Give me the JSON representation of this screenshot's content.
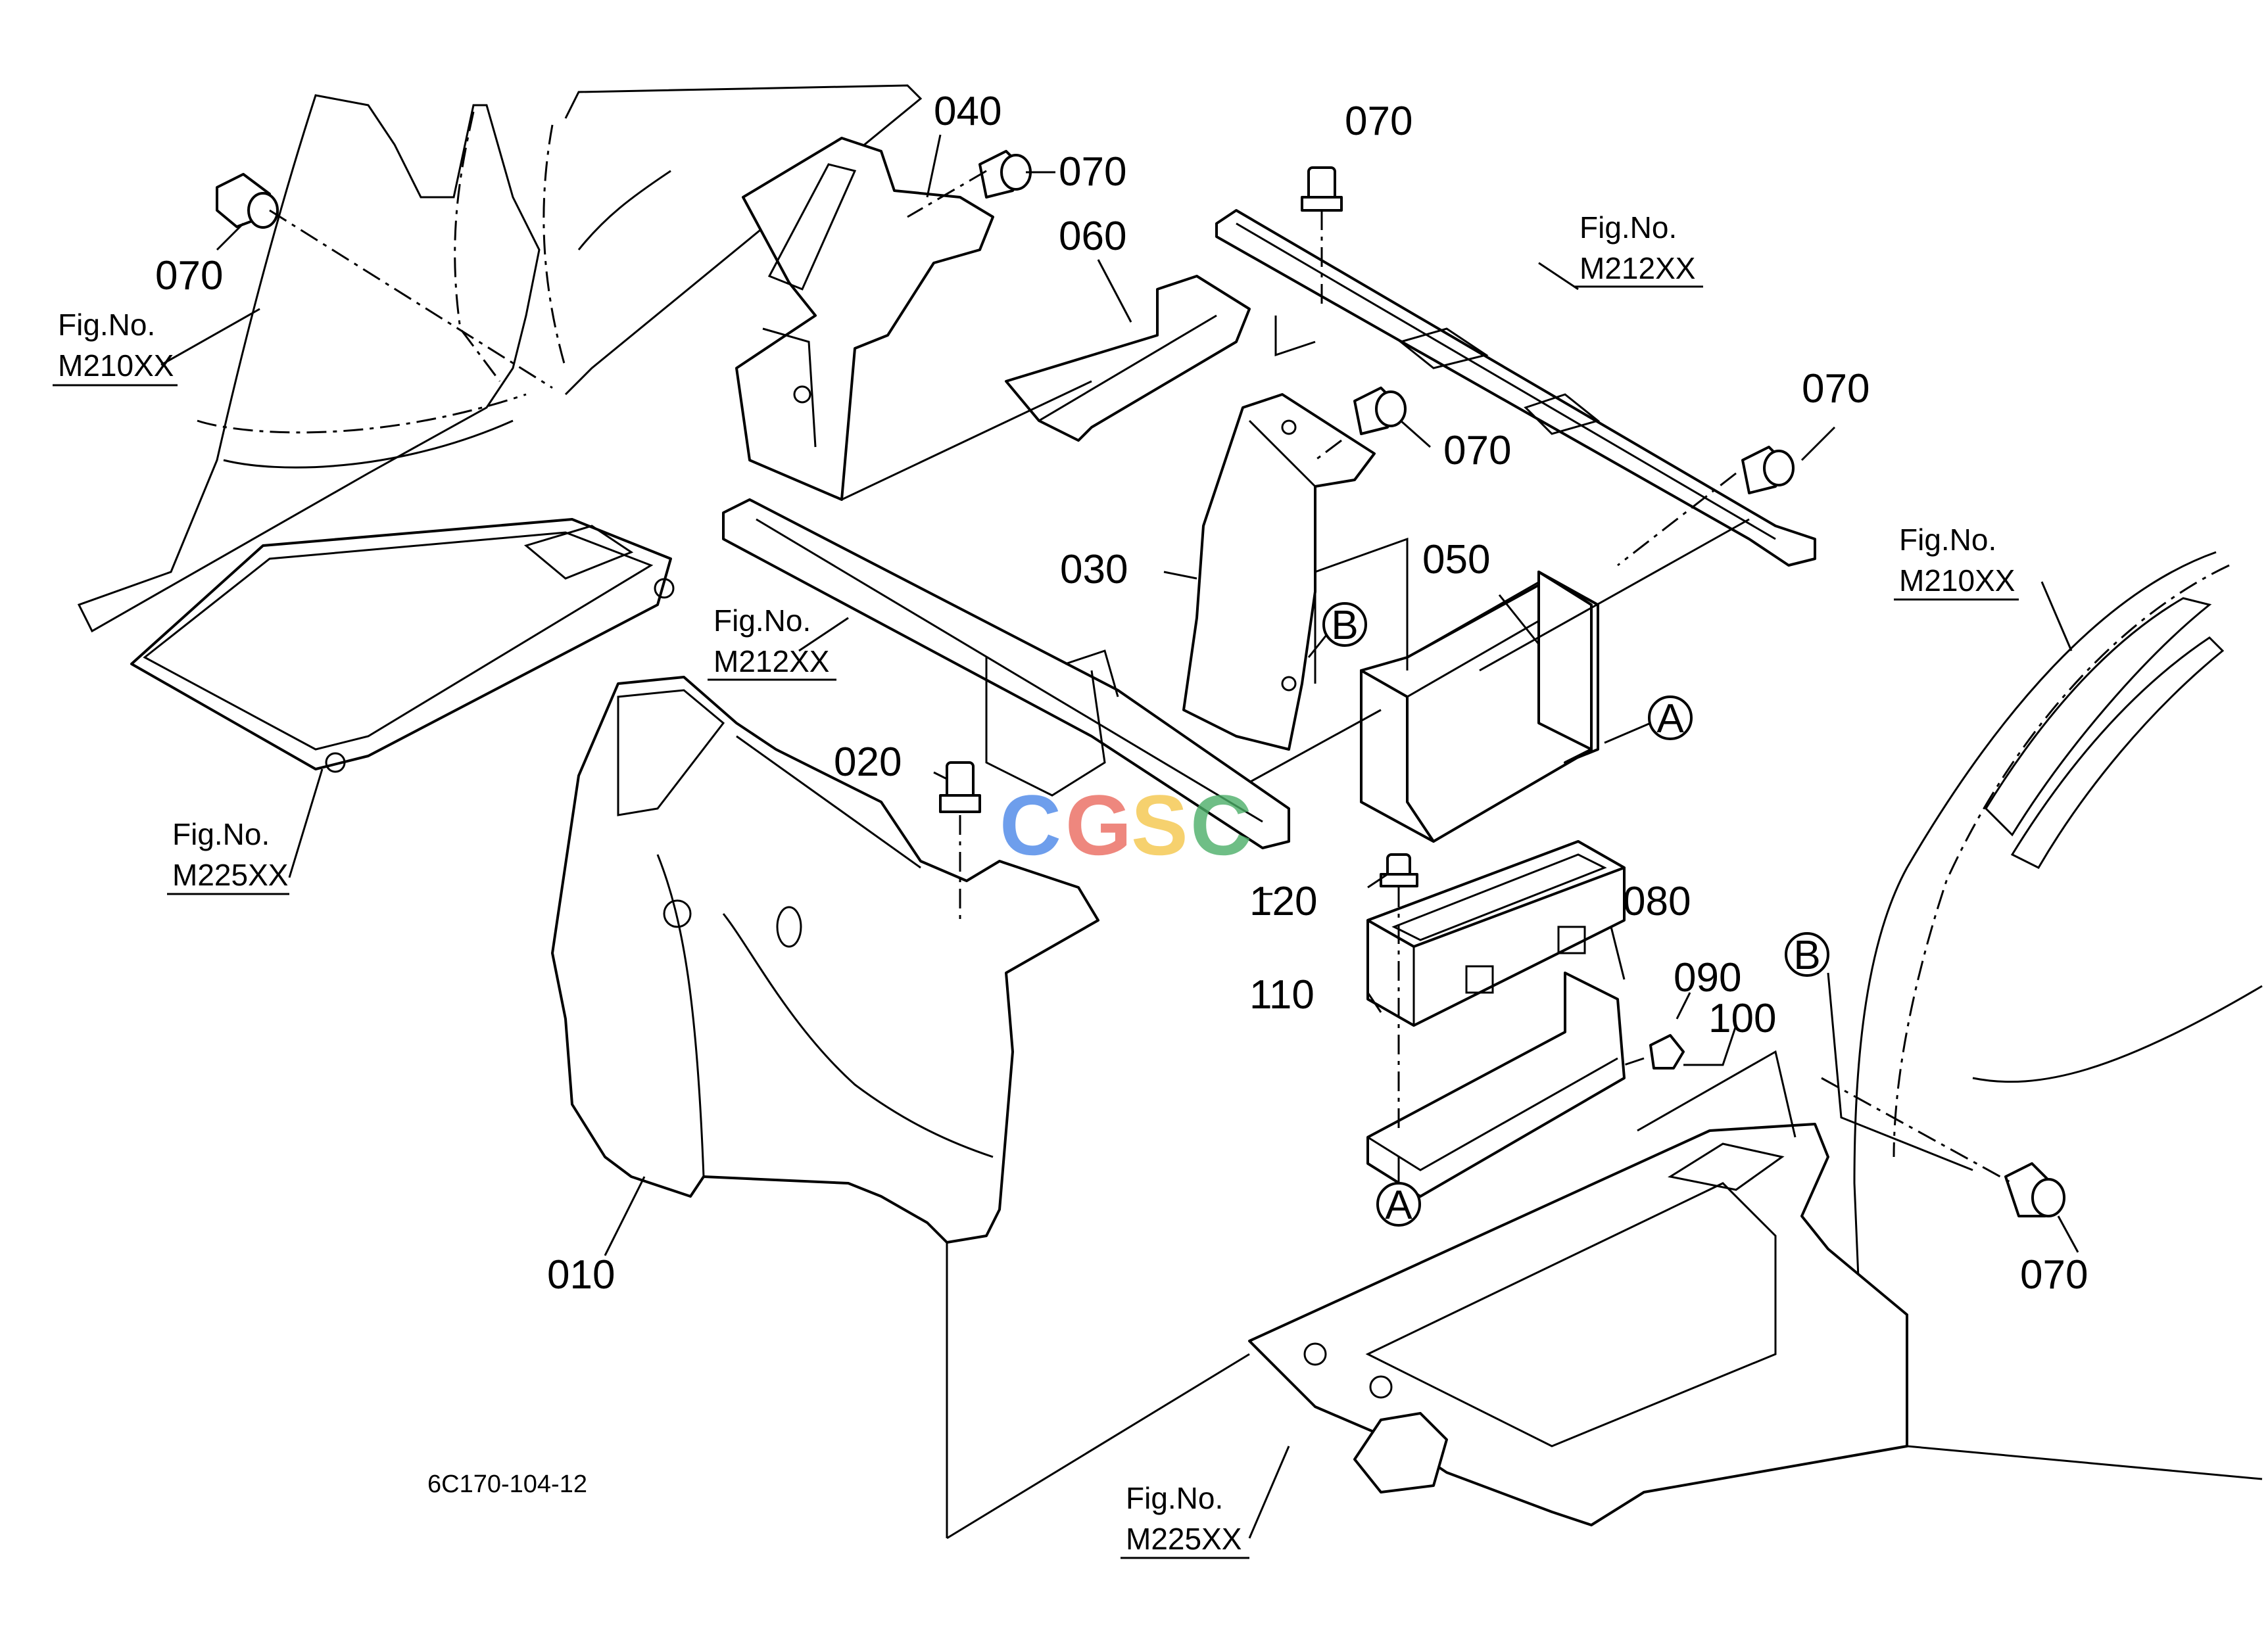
{
  "parts": {
    "p010": "010",
    "p020": "020",
    "p030": "030",
    "p040": "040",
    "p050": "050",
    "p060": "060",
    "p070": "070",
    "p080": "080",
    "p090": "090",
    "p100": "100",
    "p110": "110",
    "p120": "120"
  },
  "refs": {
    "fig_label": "Fig.No.",
    "m210": "M210XX",
    "m212": "M212XX",
    "m225": "M225XX"
  },
  "markers": {
    "a": "A",
    "b": "B"
  },
  "drawing_code": "6C170-104-12",
  "watermark": {
    "c1": "C",
    "g": "G",
    "s": "S",
    "c2": "C"
  },
  "colors": {
    "wm_blue": "#4a86e8",
    "wm_red": "#ea6a5e",
    "wm_yellow": "#f4c64a",
    "wm_green": "#4caf68"
  }
}
